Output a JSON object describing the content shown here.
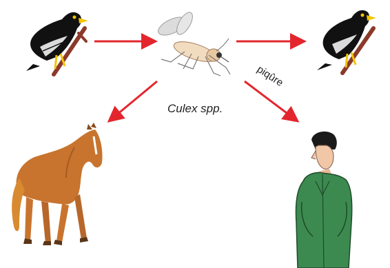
{
  "diagram": {
    "vector_label": "Culex spp.",
    "bite_label": "piqûre",
    "nodes": [
      {
        "id": "bird-left",
        "icon": "blackbird-icon"
      },
      {
        "id": "mosquito",
        "icon": "mosquito-icon"
      },
      {
        "id": "bird-right",
        "icon": "blackbird-icon"
      },
      {
        "id": "horse",
        "icon": "horse-icon"
      },
      {
        "id": "human",
        "icon": "man-icon"
      }
    ],
    "arrow_color": "#e3262d"
  }
}
